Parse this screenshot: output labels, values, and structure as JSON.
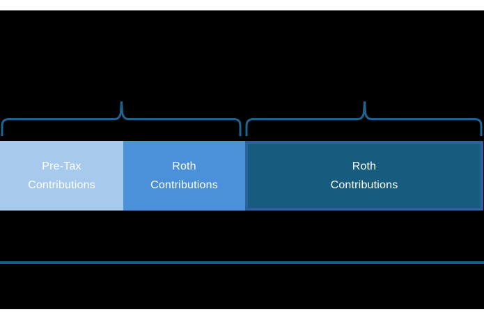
{
  "canvas": {
    "background": "#000000",
    "margin_strip_color": "#ffffff"
  },
  "colors": {
    "brace_stroke": "#1f6390",
    "divider_line": "#1a5f82",
    "bar_pretax_fill": "#a7c9eb",
    "bar_roth_mid_fill": "#4b91da",
    "bar_roth_big_fill": "#175c7e",
    "bar_roth_big_border": "#2c629b",
    "bar_text": "#ffffff"
  },
  "bars": [
    {
      "label": "Pre-Tax\nContributions",
      "fill": "#a7c9eb"
    },
    {
      "label": "Roth\nContributions",
      "fill": "#4b91da"
    },
    {
      "label": "Roth\nContributions",
      "fill": "#175c7e",
      "border": "#2c629b"
    }
  ],
  "braces": {
    "left": {
      "spans": "first two bar segments"
    },
    "right": {
      "spans": "third bar segment"
    }
  }
}
